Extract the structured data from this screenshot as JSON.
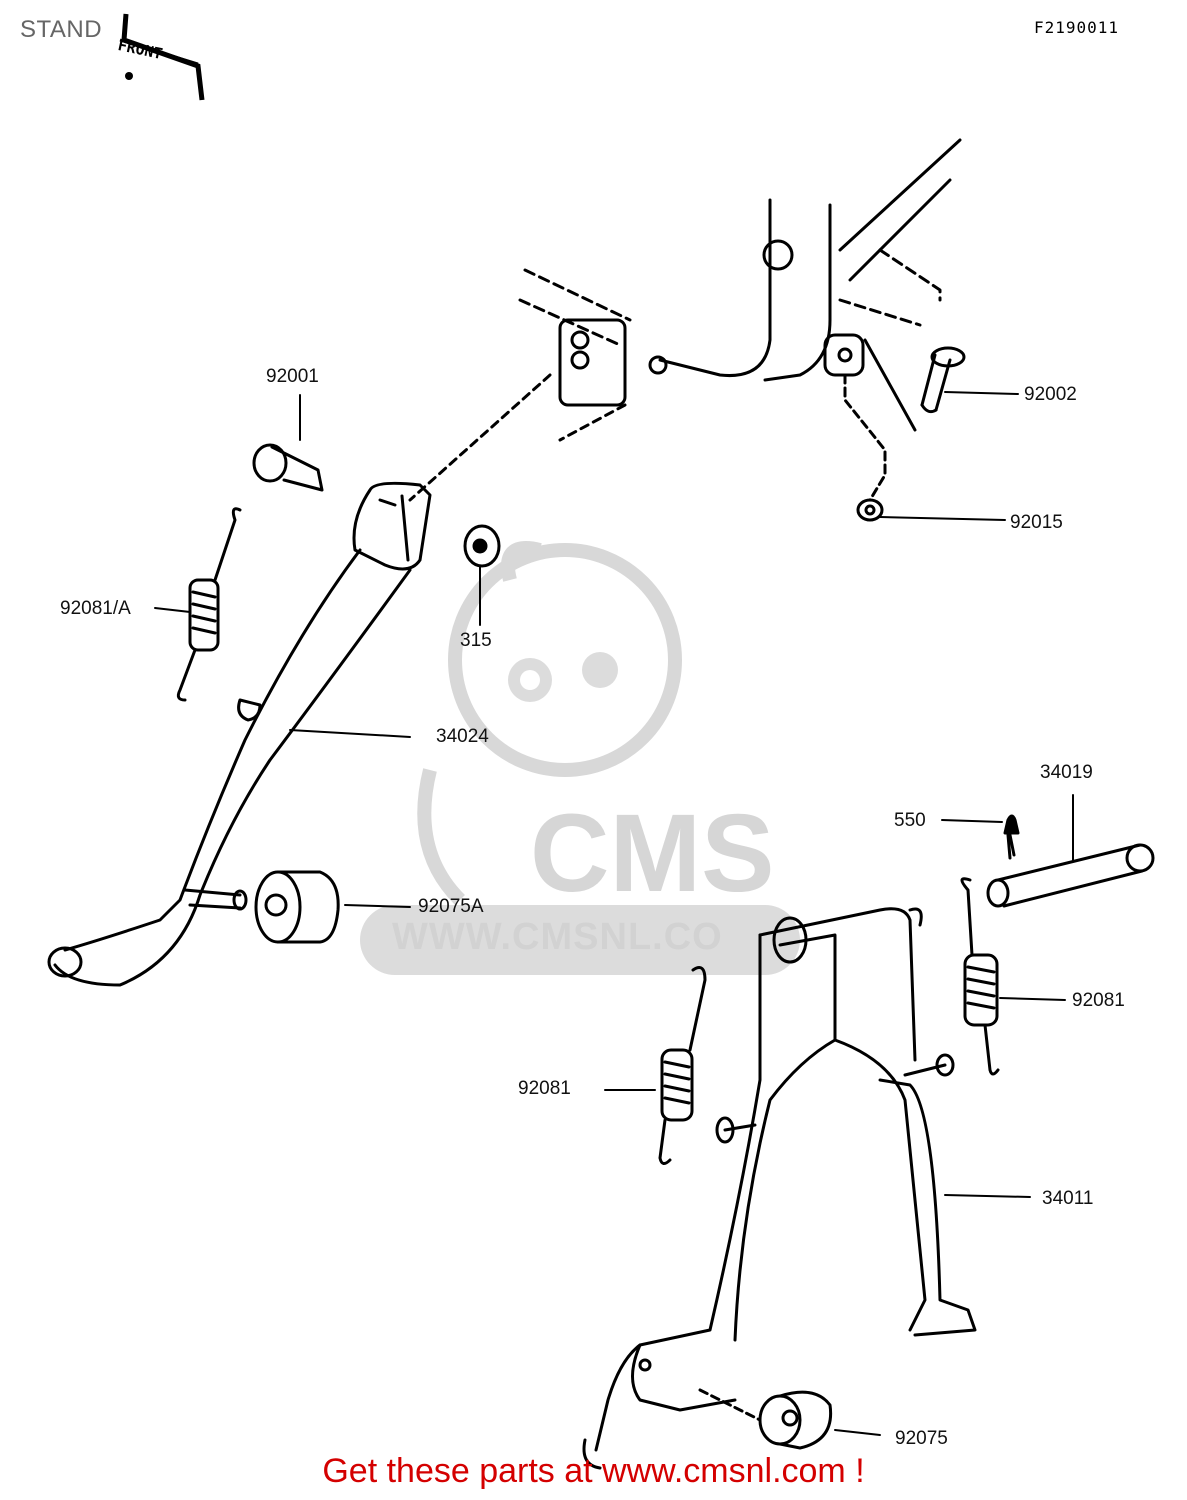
{
  "header": {
    "title": "STAND",
    "ref_code": "F2190011",
    "front_tag": "FRONT"
  },
  "watermark": {
    "brand": "CMS",
    "url": "WWW.CMSNL.CO"
  },
  "labels": {
    "p92001": "92001",
    "p92002": "92002",
    "p92015": "92015",
    "p92081a": "92081/A",
    "p315": "315",
    "p34024": "34024",
    "p34019": "34019",
    "p550": "550",
    "p92075a": "92075A",
    "p92081_right": "92081",
    "p92081_left": "92081",
    "p34011": "34011",
    "p92075": "92075"
  },
  "footer": {
    "text": "Get these parts at www.cmsnl.com !"
  },
  "colors": {
    "line": "#000000",
    "watermark": "#d6d6d6",
    "footer": "#d40000"
  }
}
